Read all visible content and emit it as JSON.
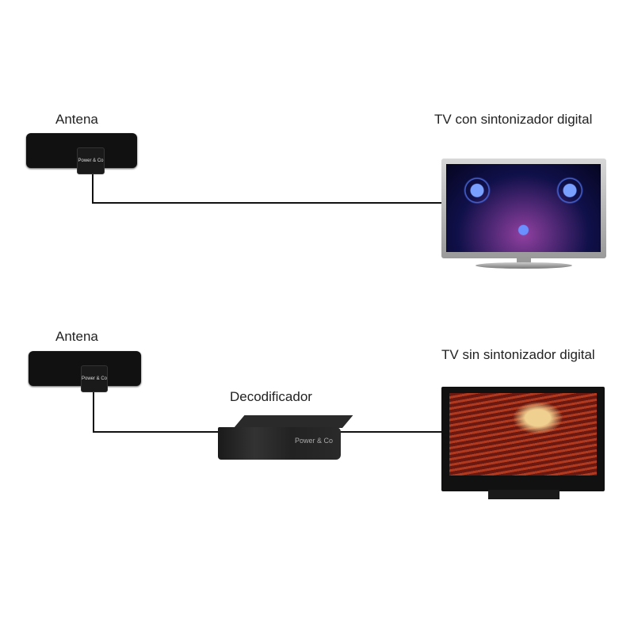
{
  "top": {
    "antenna_label": "Antena",
    "antenna_logo": "Power & Co",
    "tv_label": "TV con sintonizador digital"
  },
  "bottom": {
    "antenna_label": "Antena",
    "antenna_logo": "Power & Co",
    "decoder_label": "Decodificador",
    "decoder_logo": "Power & Co",
    "tv_label": "TV sin sintonizador digital"
  }
}
